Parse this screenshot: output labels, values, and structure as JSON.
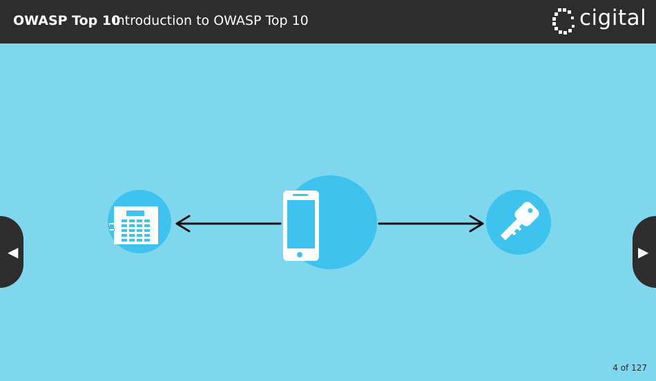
{
  "header": {
    "course_title": "OWASP Top 10",
    "lesson_title": "Introduction to OWASP Top 10",
    "logo_text": "cigital"
  },
  "navigation": {
    "prev_icon": "chevron-left-icon",
    "next_icon": "chevron-right-icon"
  },
  "diagram": {
    "left_icon": "alarm-keypad-icon",
    "center_icon": "smartphone-icon",
    "right_icon": "key-icon"
  },
  "footer": {
    "page_counter": "4 of 127"
  },
  "colors": {
    "header_bg": "#2d2d2d",
    "stage_bg": "#7fd7ee",
    "circle": "#3ec3ef",
    "arrow": "#111111"
  }
}
